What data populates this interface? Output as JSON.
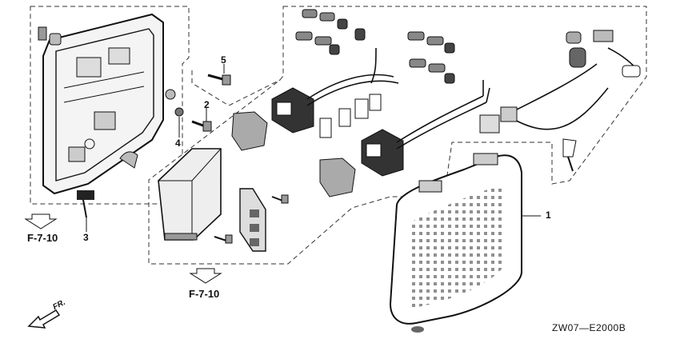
{
  "callouts": {
    "c1": "1",
    "c2": "2",
    "c3": "3",
    "c4": "4",
    "c5": "5"
  },
  "references": {
    "left": "F-7-10",
    "bottom": "F-7-10"
  },
  "direction_label": "FR.",
  "diagram_code": "ZW07—E2000B"
}
